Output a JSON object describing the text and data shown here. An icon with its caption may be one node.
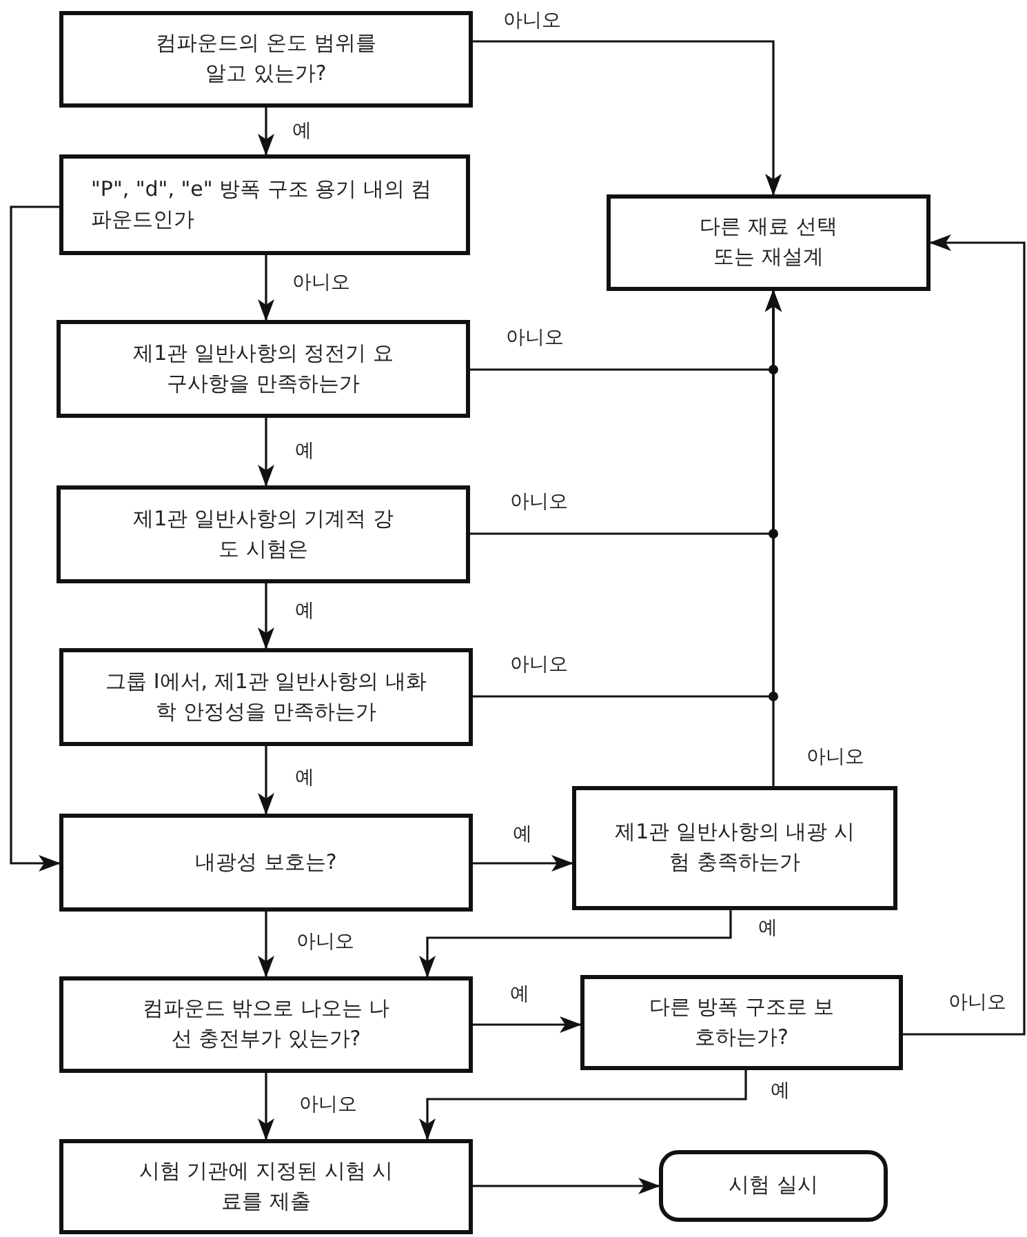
{
  "diagram": {
    "nodes": [
      {
        "text": [
          "컴파운드의 온도 범위를 알고 있는가?"
        ]
      },
      {
        "text": [
          "\"P\", \"d\", \"e\" 방폭 구조 용기 내의 컴파운드인가"
        ]
      },
      {
        "text": [
          "제1관 일반사항의 정전기 요구사항을 만족하는가"
        ]
      },
      {
        "text": [
          "제1관 일반사항의 기계적 강도 시험은"
        ]
      },
      {
        "text": [
          "그룹 I에서, 제1관 일반사항의 내화학 안정성을 만족하는가"
        ]
      },
      {
        "text": [
          "내광성 보호는?"
        ]
      },
      {
        "text": [
          "제1관 일반사항의 내광 시험 충족하는가"
        ]
      },
      {
        "text": [
          "컴파운드 밖으로 나오는 나선 충전부가 있는가?"
        ]
      },
      {
        "text": [
          "다른 방폭 구조로 보호하는가?"
        ]
      },
      {
        "text": [
          "시험 기관에 지정된 시험 시료를 제출"
        ]
      },
      {
        "text": [
          "시험 실시"
        ]
      },
      {
        "text": [
          "다른 재료 선택 또는 재설계"
        ]
      }
    ],
    "edges": [
      {
        "from": 0,
        "to": 11,
        "arrow": "to",
        "label": "아니오"
      },
      {
        "from": 0,
        "to": 1,
        "arrow": "to",
        "label": "예"
      },
      {
        "from": 1,
        "to": 2,
        "arrow": "to",
        "label": "아니오"
      },
      {
        "from": 1,
        "to": 5,
        "arrow": "to"
      },
      {
        "from": 2,
        "to": 11,
        "arrow": "to",
        "label": "아니오"
      },
      {
        "from": 2,
        "to": 3,
        "arrow": "to",
        "label": "예"
      },
      {
        "from": 3,
        "to": 11,
        "arrow": "to",
        "label": "아니오"
      },
      {
        "from": 3,
        "to": 4,
        "arrow": "to",
        "label": "예"
      },
      {
        "from": 4,
        "to": 11,
        "arrow": "to",
        "label": "아니오"
      },
      {
        "from": 4,
        "to": 5,
        "arrow": "to",
        "label": "예"
      },
      {
        "from": 5,
        "to": 6,
        "arrow": "to",
        "label": "예"
      },
      {
        "from": 6,
        "to": 11,
        "arrow": "to",
        "label": "아니오"
      },
      {
        "from": 5,
        "to": 7,
        "arrow": "to",
        "label": "아니오"
      },
      {
        "from": 6,
        "to": 7,
        "arrow": "to",
        "label": "예"
      },
      {
        "from": 7,
        "to": 8,
        "arrow": "to",
        "label": "예"
      },
      {
        "from": 8,
        "to": 11,
        "arrow": "to",
        "label": "아니오"
      },
      {
        "from": 7,
        "to": 9,
        "arrow": "to",
        "label": "아니오"
      },
      {
        "from": 8,
        "to": 9,
        "arrow": "to",
        "label": "예"
      },
      {
        "from": 9,
        "to": 10,
        "arrow": "to"
      }
    ]
  }
}
